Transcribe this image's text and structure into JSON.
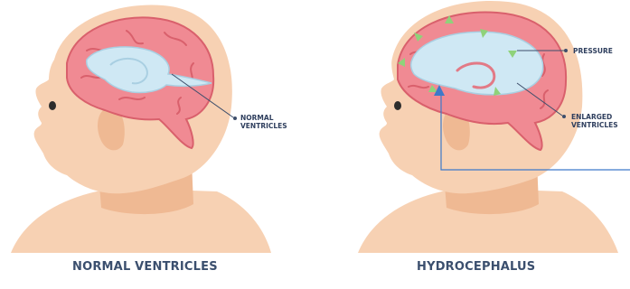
{
  "left_panel": {
    "caption": "NORMAL VENTRICLES",
    "label_lines": [
      "NORMAL",
      "VENTRICLES"
    ]
  },
  "right_panel": {
    "caption": "HYDROCEPHALUS",
    "pressure_label": "PRESSURE",
    "enlarged_label_lines": [
      "ENLARGED",
      "VENTRICLES"
    ]
  },
  "colors": {
    "background": "#ffffff",
    "skin": "#f7d1b3",
    "skin_shadow": "#efb993",
    "brain": "#f08a93",
    "brain_dark": "#d9606c",
    "ventricle": "#cfe8f4",
    "ventricle_outline": "#a9cfe2",
    "pressure_arrow": "#8fd27a",
    "marker": "#3d79c9",
    "caption_text": "#3b4f6e"
  }
}
